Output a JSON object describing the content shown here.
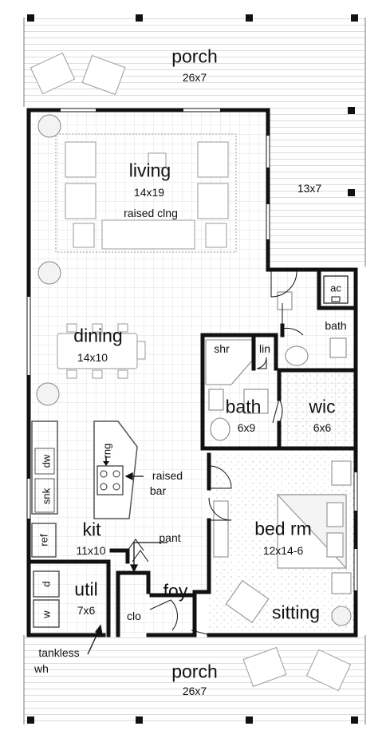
{
  "rooms": {
    "porch_top": {
      "name": "porch",
      "dims": "26x7"
    },
    "side_porch": {
      "dims": "13x7"
    },
    "living": {
      "name": "living",
      "dims": "14x19",
      "note": "raised clng"
    },
    "dining": {
      "name": "dining",
      "dims": "14x10"
    },
    "kit": {
      "name": "kit",
      "dims": "11x10"
    },
    "util": {
      "name": "util",
      "dims": "7x6"
    },
    "foy": {
      "name": "foy"
    },
    "clo": {
      "name": "clo"
    },
    "bath_main": {
      "name": "bath",
      "dims": "6x9"
    },
    "wic": {
      "name": "wic",
      "dims": "6x6"
    },
    "bed": {
      "name": "bed rm",
      "dims": "12x14-6"
    },
    "sitting": {
      "name": "sitting"
    },
    "porch_bottom": {
      "name": "porch",
      "dims": "26x7"
    }
  },
  "fixtures": {
    "ac": "ac",
    "bath_small": "bath",
    "shr": "shr",
    "lin": "lin",
    "dw": "dw",
    "snk": "snk",
    "ref": "ref",
    "rng": "rng",
    "d": "d",
    "w": "w",
    "pant": "pant",
    "raised_bar": [
      "raised",
      "bar"
    ],
    "tankless": [
      "tankless",
      "wh"
    ]
  }
}
